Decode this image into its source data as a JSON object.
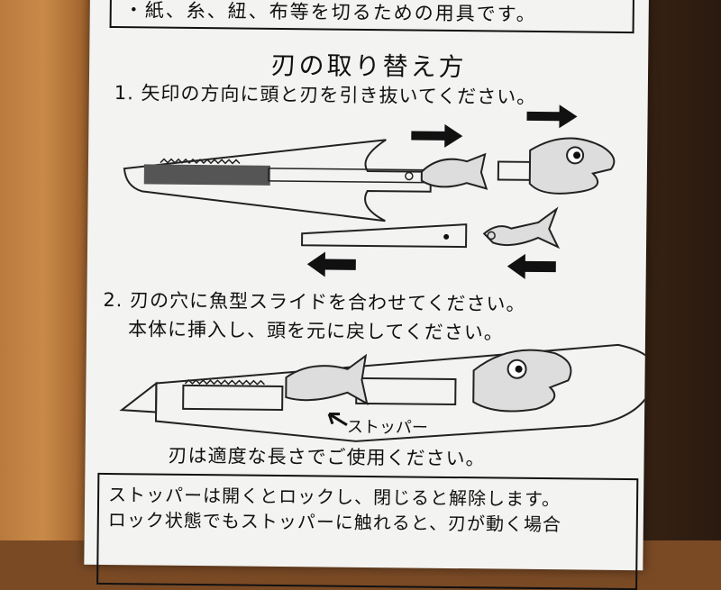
{
  "top_note": "・紙、糸、紐、布等を切るための用具です。",
  "title": "刃の取り替え方",
  "step1": "1. 矢印の方向に頭と刃を引き抜いてください。",
  "step2_line1": "2. 刃の穴に魚型スライドを合わせてください。",
  "step2_line2": "本体に挿入し、頭を元に戻してください。",
  "stopper_label": "ストッパー",
  "usage_note": "刃は適度な長さでご使用ください。",
  "bottom_note_line1": "ストッパーは開くとロックし、閉じると解除します。",
  "bottom_note_line2": "ロック状態でもストッパーに触れると、刃が動く場合"
}
